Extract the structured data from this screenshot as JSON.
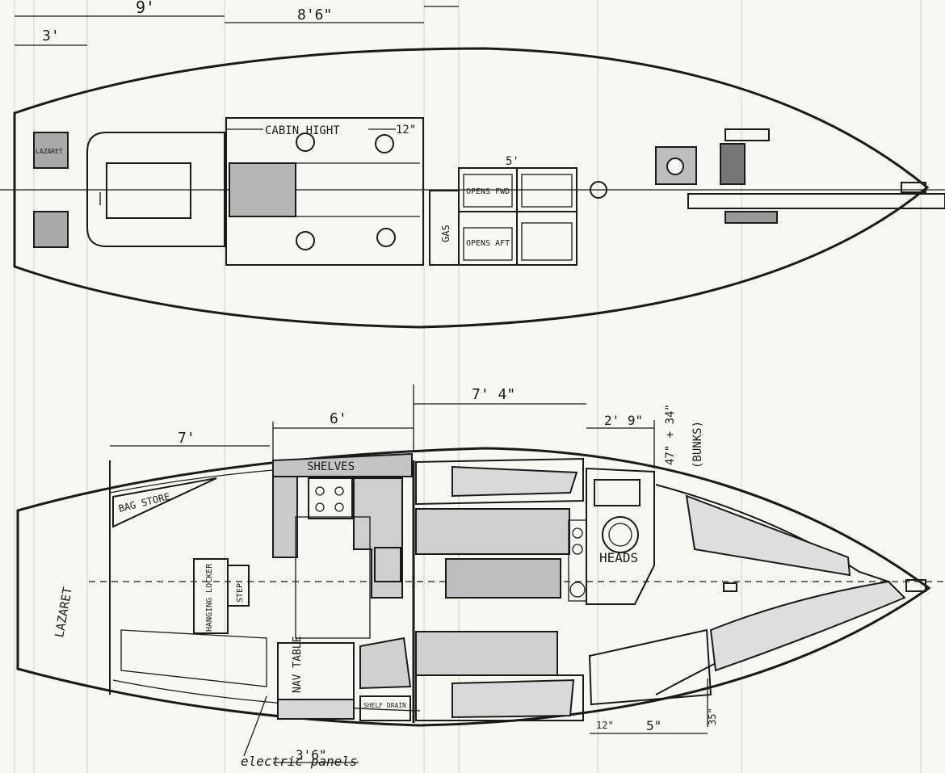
{
  "dimensions": {
    "d9": "9'",
    "d3": "3'",
    "d86": "8'6\"",
    "d5": "5'",
    "d7": "7'",
    "d6": "6'",
    "d74": "7' 4\"",
    "d29": "2' 9\"",
    "d36": "3'6\"",
    "d12": "12\"",
    "d5b": "5\"",
    "d35": "35\"",
    "d12top": "12\"",
    "bunks": "47\" + 34\"",
    "bunks_note": "(BUNKS)"
  },
  "deck_labels": {
    "cabin_hight": "CABIN HIGHT",
    "gas": "GAS",
    "opens_fwd": "OPENS FWD",
    "opens_aft": "OPENS AFT",
    "lazaret_box": "LAZARET"
  },
  "interior_labels": {
    "shelves": "SHELVES",
    "bag_store": "BAG STORE",
    "lazaret": "LAZARET",
    "hanging_locker": "HANGING LOCKER",
    "step": "STEP",
    "nav_table": "NAV TABLE",
    "heads": "HEADS",
    "electric_panels": "electric panels",
    "shelf_drain": "SHELF DRAIN"
  }
}
